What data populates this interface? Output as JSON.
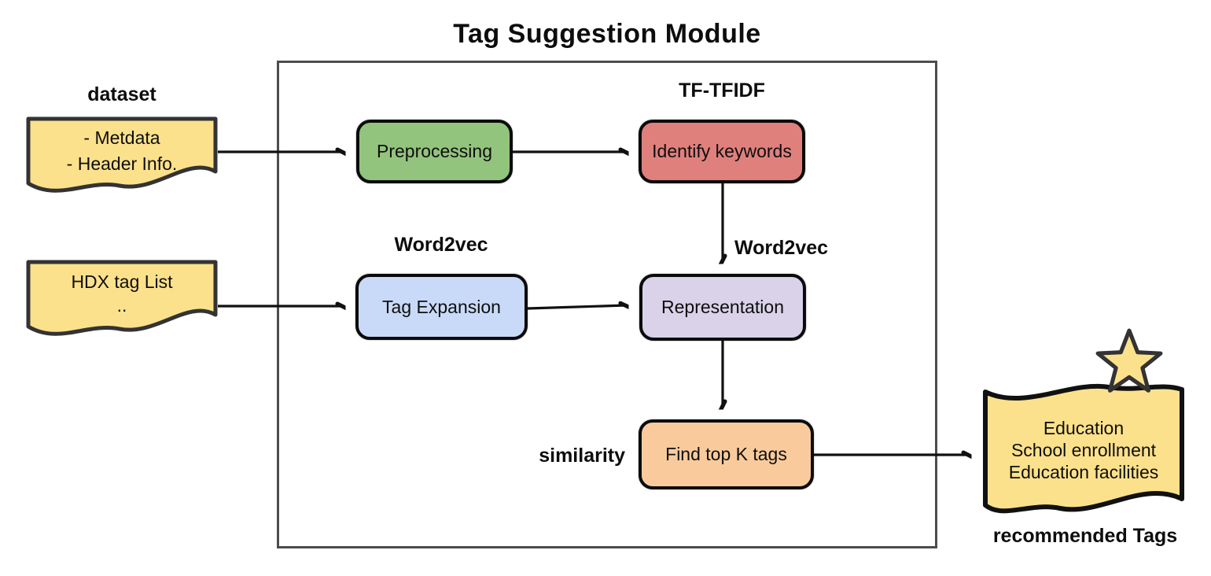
{
  "title": "Tag Suggestion Module",
  "inputs": [
    {
      "label": "dataset",
      "lines": [
        "- Metdata",
        "- Header Info."
      ]
    },
    {
      "lines": [
        "HDX tag List",
        ".."
      ]
    }
  ],
  "module": {
    "nodes": [
      {
        "id": "preprocessing",
        "label": "Preprocessing",
        "annotation": ""
      },
      {
        "id": "identify-keywords",
        "label": "Identify keywords",
        "annotation": "TF-TFIDF"
      },
      {
        "id": "tag-expansion",
        "label": "Tag Expansion",
        "annotation": "Word2vec"
      },
      {
        "id": "representation",
        "label": "Representation",
        "annotation": "Word2vec"
      },
      {
        "id": "find-top-k-tags",
        "label": "Find top K tags",
        "annotation": "similarity"
      }
    ]
  },
  "output": {
    "lines": [
      "Education",
      "School enrollment",
      "Education facilities"
    ],
    "caption": "recommended Tags"
  },
  "colors": {
    "document_fill": "#fce18c",
    "green_node": "#93c47d",
    "red_node": "#e0807d",
    "blue_node": "#c9daf8",
    "purple_node": "#d9d2e9",
    "orange_node": "#f9cb9c",
    "frame_border": "#4d4d4d",
    "shape_border": "#0b0b0b"
  }
}
